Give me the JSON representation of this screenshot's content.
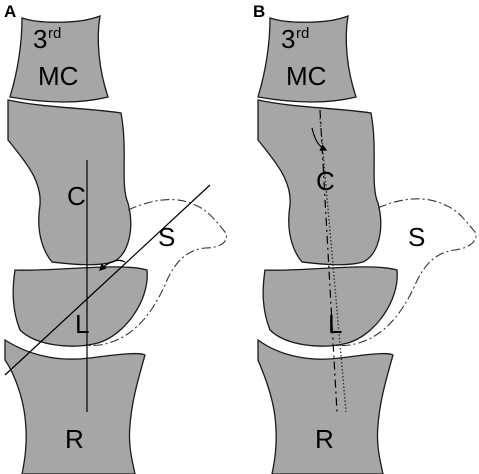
{
  "panels": [
    {
      "panel_label": "A",
      "mc_number": "3",
      "mc_superscript": "rd",
      "mc_label": "MC",
      "capitate_label": "C",
      "scaphoid_label": "S",
      "lunate_label": "L",
      "radius_label": "R"
    },
    {
      "panel_label": "B",
      "mc_number": "3",
      "mc_superscript": "rd",
      "mc_label": "MC",
      "capitate_label": "C",
      "scaphoid_label": "S",
      "lunate_label": "L",
      "radius_label": "R"
    }
  ],
  "colors": {
    "bone_fill": "#a6a6a6",
    "outline": "#1a1a1a"
  }
}
